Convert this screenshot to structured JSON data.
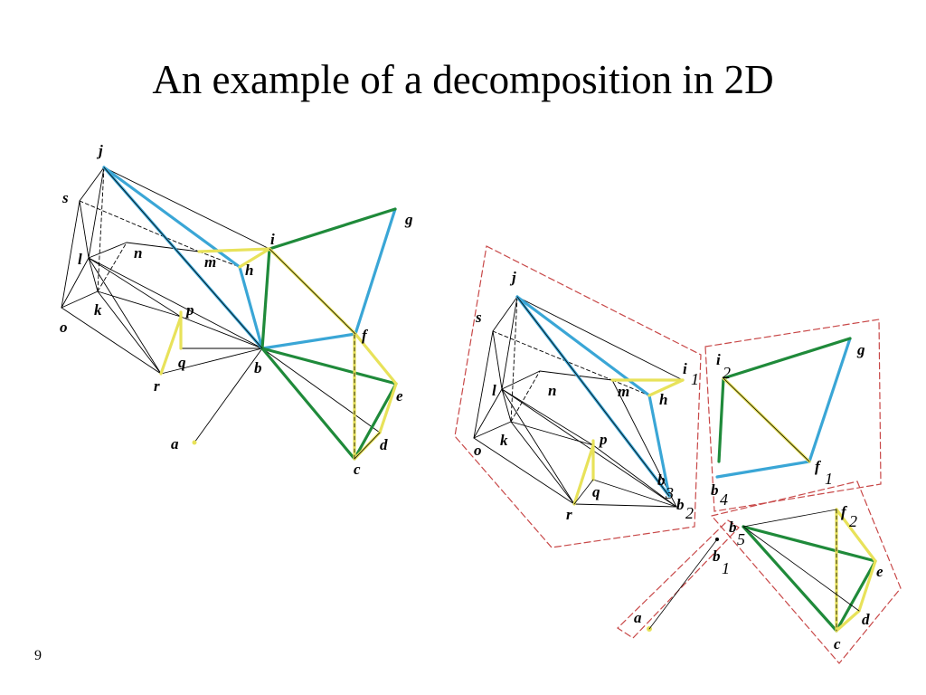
{
  "slide": {
    "title": "An example of a decomposition in 2D",
    "page_number": "9"
  },
  "colors": {
    "edge": "#000000",
    "blue": "#3aa6d6",
    "green": "#1f8a3a",
    "yellow": "#e8e25a",
    "boundary": "#c84848"
  },
  "figure_left": {
    "labels": {
      "j": "j",
      "s": "s",
      "l": "l",
      "n": "n",
      "m": "m",
      "h": "h",
      "i": "i",
      "g": "g",
      "o": "o",
      "k": "k",
      "p": "p",
      "q": "q",
      "r": "r",
      "b": "b",
      "f": "f",
      "e": "e",
      "d": "d",
      "c": "c",
      "a": "a"
    }
  },
  "figure_right": {
    "labels": {
      "j": "j",
      "s": "s",
      "l": "l",
      "n": "n",
      "m": "m",
      "h": "h",
      "i1": "i",
      "i1_sub": "1",
      "i2": "i",
      "i2_sub": "2",
      "g": "g",
      "f1": "f",
      "f1_sub": "1",
      "f2": "f",
      "f2_sub": "2",
      "o": "o",
      "k": "k",
      "p": "p",
      "q": "q",
      "r": "r",
      "b1": "b",
      "b1_sub": "1",
      "b2": "b",
      "b2_sub": "2",
      "b3": "b",
      "b3_sub": "3",
      "b4": "b",
      "b4_sub": "4",
      "b5": "b",
      "b5_sub": "5",
      "e": "e",
      "d": "d",
      "c": "c",
      "a": "a"
    }
  }
}
